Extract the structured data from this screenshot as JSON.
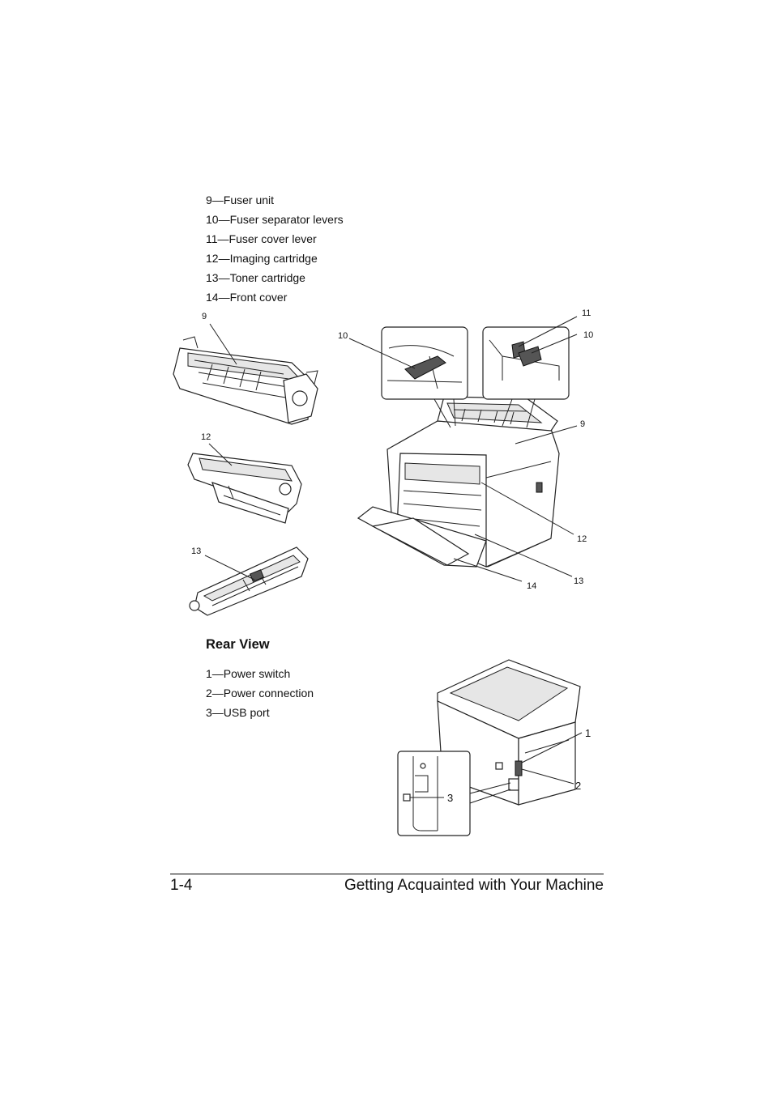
{
  "front_parts": [
    "9—Fuser unit",
    "10—Fuser separator levers",
    "11—Fuser cover lever",
    "12—Imaging cartridge",
    "13—Toner cartridge",
    "14—Front cover"
  ],
  "rear_view": {
    "heading": "Rear View",
    "parts": [
      "1—Power switch",
      "2—Power connection",
      "3—USB port"
    ]
  },
  "figure_front_callouts": {
    "fuser": "9",
    "imaging": "12",
    "toner": "13",
    "inset_left": "10",
    "inset_right_top": "11",
    "inset_right": "10",
    "printer_fuser": "9",
    "printer_imaging": "12",
    "printer_toner": "13",
    "printer_cover": "14"
  },
  "figure_rear_callouts": {
    "power_switch": "1",
    "power_connection": "2",
    "usb_port": "3"
  },
  "footer": {
    "page_number": "1-4",
    "chapter_title": "Getting Acquainted with Your Machine"
  }
}
